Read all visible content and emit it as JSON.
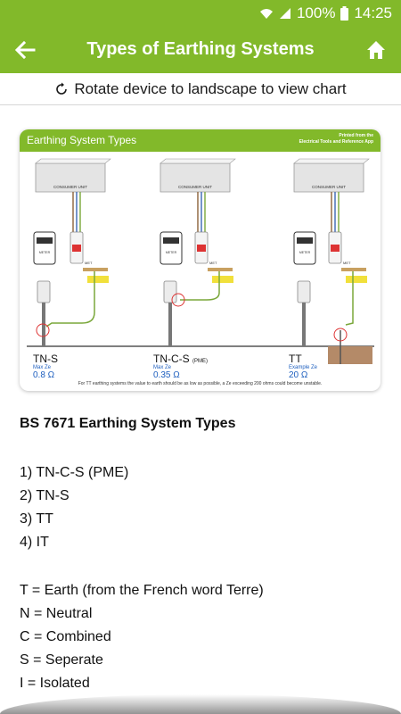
{
  "status": {
    "battery": "100%",
    "time": "14:25"
  },
  "app_bar": {
    "title": "Types of Earthing Systems"
  },
  "rotate_hint": "Rotate device to landscape to view chart",
  "chart": {
    "title": "Earthing System Types",
    "source_line1": "Printed from the",
    "source_line2": "Electrical Tools and Reference App",
    "unit_label": "CONSUMER UNIT",
    "meter_label": "METER",
    "met_label": "MET",
    "systems": [
      {
        "name": "TN-S",
        "ze_label": "Max Ze",
        "value": "0.8 Ω",
        "extra": ""
      },
      {
        "name": "TN-C-S",
        "ze_label": "Max Ze",
        "value": "0.35 Ω",
        "extra": "(PME)"
      },
      {
        "name": "TT",
        "ze_label": "Example Ze",
        "value": "20 Ω",
        "extra": ""
      }
    ],
    "note": "For TT earthing systems the value to earth should be as low as possible, a Ze exceeding 200 ohms could become unstable."
  },
  "content": {
    "heading": "BS 7671 Earthing System Types",
    "types": [
      "1) TN-C-S (PME)",
      "2) TN-S",
      "3) TT",
      "4) IT"
    ],
    "legend": [
      "T = Earth (from the French word Terre)",
      "N = Neutral",
      "C = Combined",
      "S = Seperate",
      "I = Isolated"
    ]
  }
}
